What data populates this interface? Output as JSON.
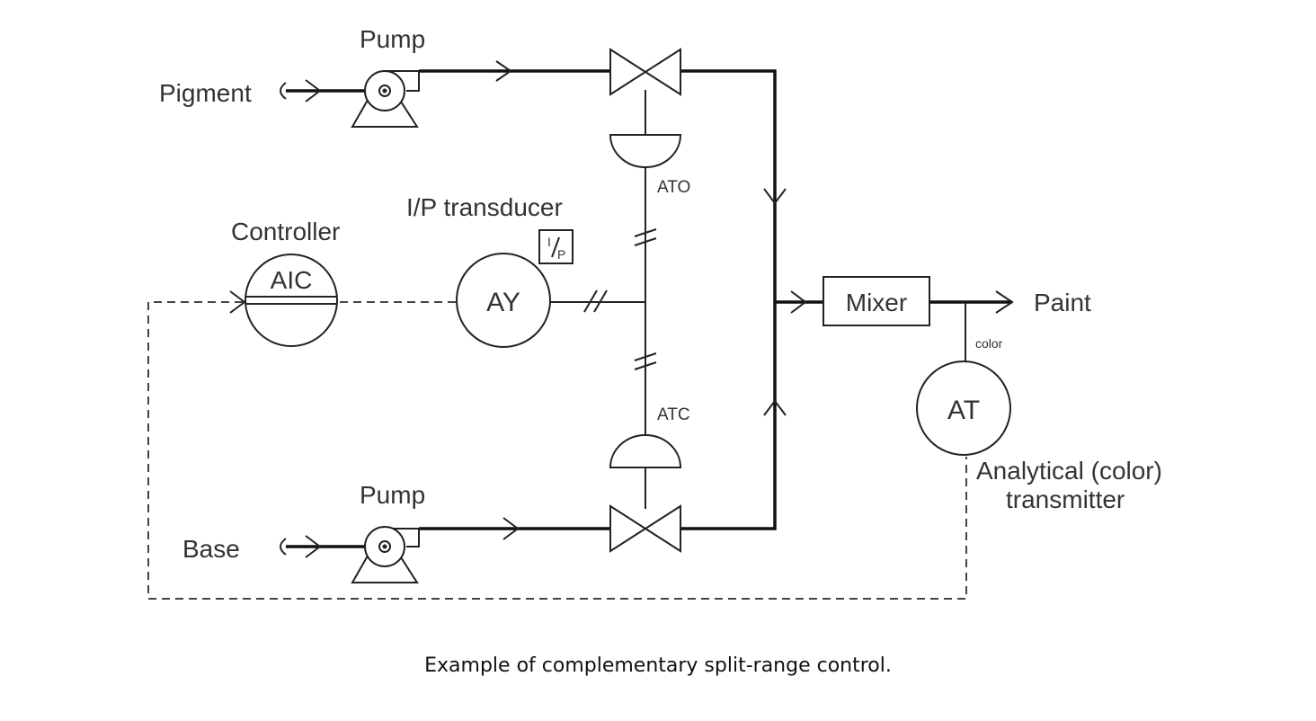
{
  "inputs": {
    "pigment": "Pigment",
    "base": "Base"
  },
  "pump_label": "Pump",
  "controller": {
    "title": "Controller",
    "tag": "AIC"
  },
  "transducer": {
    "title": "I/P transducer",
    "tag": "AY",
    "symbol_top": "I",
    "symbol_bottom": "P"
  },
  "valves": {
    "top_action": "ATO",
    "bottom_action": "ATC"
  },
  "mixer": "Mixer",
  "output": "Paint",
  "analyzer": {
    "tag": "AT",
    "signal": "color",
    "line1": "Analytical (color)",
    "line2": "transmitter"
  },
  "caption": "Example of complementary split-range control."
}
